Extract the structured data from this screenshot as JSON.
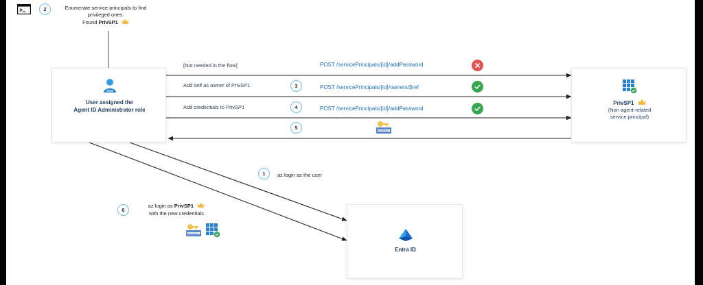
{
  "note": {
    "step": "2",
    "line1": "Enumerate service principals to find",
    "line2": "privileged ones:",
    "line3_prefix": "Found ",
    "line3_bold": "PrivSP1"
  },
  "user_box": {
    "line1": "User assigned the",
    "line2": "Agent ID Administrator role"
  },
  "sp_box": {
    "title": "PrivSP1",
    "line1": "(Non agent-related",
    "line2": "service principal)"
  },
  "entra_box": {
    "title": "Entra ID"
  },
  "flows": [
    {
      "label": "[Not needed in the flow]",
      "step": "",
      "api": "POST /servicePrincipals/{id}/addPassword",
      "status": "fail"
    },
    {
      "label": "Add self as owner of PrivSP1",
      "step": "3",
      "api": "POST /servicePrincipals/{id}/owners/$ref",
      "status": "ok"
    },
    {
      "label": "Add credentials to PrivSP1",
      "step": "4",
      "api": "POST /servicePrincipals/{id}/addPassword",
      "status": "ok"
    },
    {
      "label": "",
      "step": "5",
      "api": "",
      "status": "none"
    }
  ],
  "login1": {
    "step": "1",
    "text": "az login as the user"
  },
  "login6": {
    "step": "6",
    "prefix": "az login as ",
    "bold": "PrivSP1",
    "line2": "with the new credentials"
  },
  "icons": {
    "terminal": "terminal-icon",
    "crown": "crown-icon",
    "user": "user-icon",
    "app": "app-grid-icon",
    "key": "key-card-icon",
    "entra": "entra-logo-icon",
    "fail": "x-circle-icon",
    "ok": "check-circle-icon"
  },
  "colors": {
    "accent_blue": "#1d6fb8",
    "step_ring": "#6cc2dd",
    "fail": "#e0534e",
    "ok": "#37a652",
    "crown": "#f2b72e"
  }
}
